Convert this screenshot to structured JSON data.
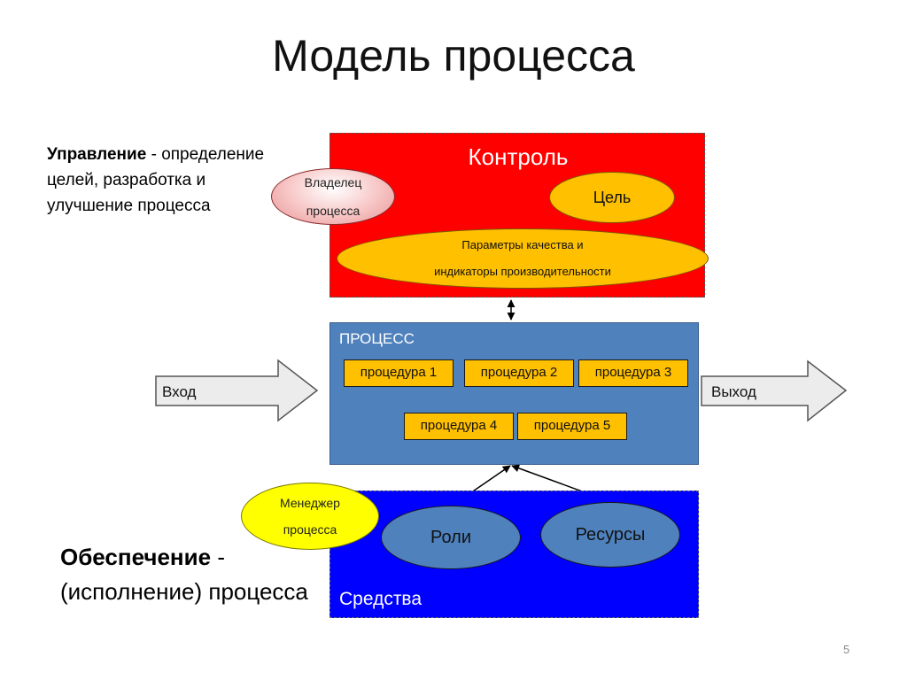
{
  "slide": {
    "title": "Модель процесса",
    "page_number": "5"
  },
  "management": {
    "term": "Управление",
    "separator": " -",
    "definition": "определение целей, разработка и улучшение процесса"
  },
  "provision": {
    "term": "Обеспечение",
    "separator": " -",
    "definition": "(исполнение) процесса"
  },
  "control": {
    "title": "Контроль",
    "owner_line1": "Владелец",
    "owner_line2": "процесса",
    "goal": "Цель",
    "params_line1": "Параметры качества и",
    "params_line2": "индикаторы производительности"
  },
  "process": {
    "title": "ПРОЦЕСС",
    "procedures": [
      "процедура 1",
      "процедура 2",
      "процедура 3",
      "процедура 4",
      "процедура 5"
    ]
  },
  "flow": {
    "input": "Вход",
    "output": "Выход"
  },
  "means": {
    "title": "Средства",
    "manager_line1": "Менеджер",
    "manager_line2": "процесса",
    "roles": "Роли",
    "resources": "Ресурсы"
  },
  "colors": {
    "control_fill": "#ff0000",
    "process_fill": "#4f81bd",
    "means_fill": "#0000ff",
    "accent_orange": "#ffc000",
    "manager_yellow": "#ffff00"
  }
}
